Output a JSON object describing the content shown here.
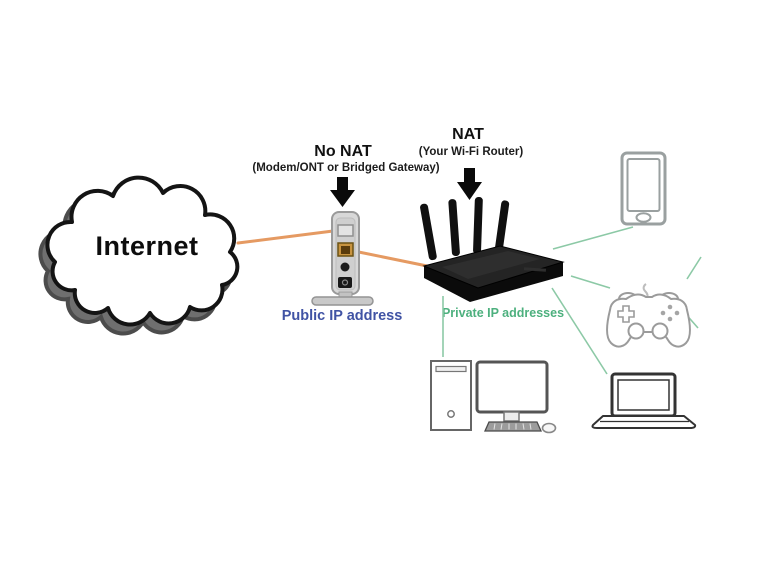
{
  "diagram": {
    "internet": {
      "label": "Internet"
    },
    "modem": {
      "heading": "No NAT",
      "subheading": "(Modem/ONT or Bridged Gateway)",
      "caption": "Public IP address"
    },
    "router": {
      "heading": "NAT",
      "subheading": "(Your Wi-Fi Router)",
      "caption": "Private IP addresses"
    },
    "devices": [
      "smartphone",
      "game-controller",
      "desktop-computer",
      "laptop"
    ],
    "colors": {
      "public_ip_text": "#4053a4",
      "private_ip_text": "#4db07e",
      "wan_link": "#e59a62",
      "lan_link": "#8cc9a6",
      "arrow": "#0a0a0a"
    }
  }
}
